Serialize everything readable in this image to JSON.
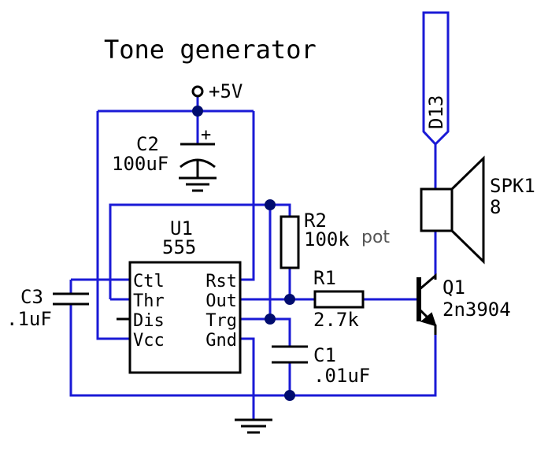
{
  "title": "Tone generator",
  "power": {
    "label": "+5V"
  },
  "port": {
    "label": "D13"
  },
  "c2": {
    "ref": "C2",
    "value": "100uF",
    "polarity": "+"
  },
  "c3": {
    "ref": "C3",
    "value": ".1uF"
  },
  "c1": {
    "ref": "C1",
    "value": ".01uF"
  },
  "r2": {
    "ref": "R2",
    "value": "100k",
    "note": "pot"
  },
  "r1": {
    "ref": "R1",
    "value": "2.7k"
  },
  "u1": {
    "ref": "U1",
    "part": "555",
    "pins_left": [
      "Ctl",
      "Thr",
      "Dis",
      "Vcc"
    ],
    "pins_right": [
      "Rst",
      "Out",
      "Trg",
      "Gnd"
    ]
  },
  "q1": {
    "ref": "Q1",
    "part": "2n3904"
  },
  "spk1": {
    "ref": "SPK1",
    "value": "8"
  },
  "colors": {
    "wire": "#1a1ad6",
    "component": "#000000",
    "junction": "#000c6e",
    "note": "#555555"
  }
}
